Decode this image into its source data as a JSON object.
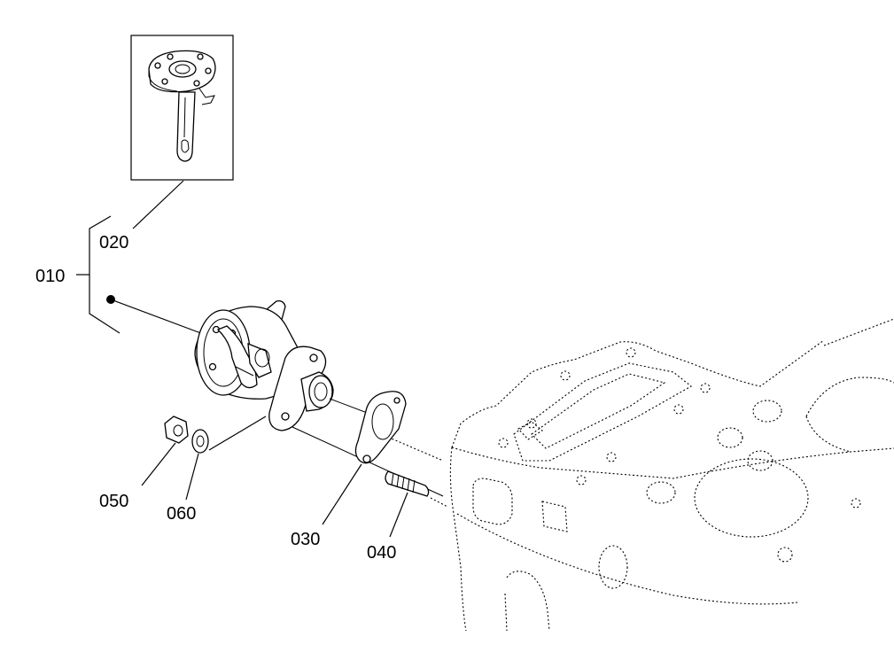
{
  "labels": {
    "p010": "010",
    "p020": "020",
    "p030": "030",
    "p040": "040",
    "p050": "050",
    "p060": "060"
  },
  "colors": {
    "line": "#000000",
    "background": "#ffffff"
  }
}
